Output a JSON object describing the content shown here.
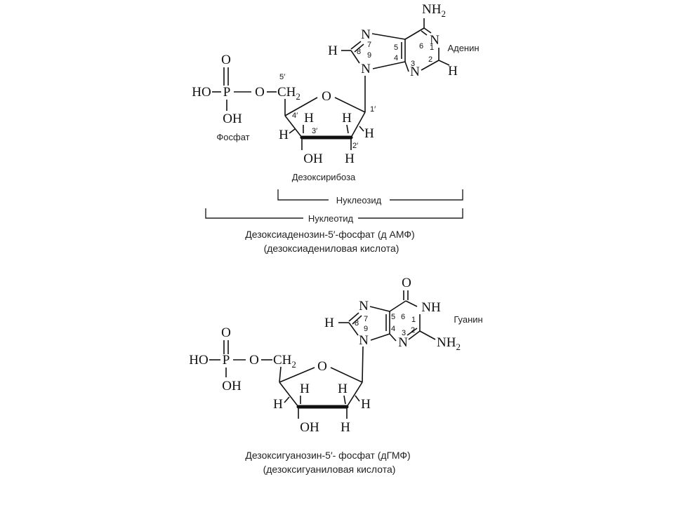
{
  "top": {
    "phosphate": {
      "p": "P",
      "o_top": "O",
      "ho": "HO",
      "oh": "OH",
      "o_link": "O",
      "label": "Фосфат"
    },
    "sugar": {
      "ch2": "CH",
      "ch2_sub": "2",
      "ring_o": "O",
      "oh": "OH",
      "h": "H",
      "label": "Дезоксирибоза",
      "n5": "5′",
      "n4": "4′",
      "n3": "3′",
      "n2": "2′",
      "n1": "1′"
    },
    "base": {
      "nh2": "NH",
      "nh2_sub": "2",
      "n": "N",
      "h": "H",
      "label": "Аденин",
      "n1": "1",
      "n2": "2",
      "n3": "3",
      "n4": "4",
      "n5": "5",
      "n6": "6",
      "n7": "7",
      "n8": "8",
      "n9": "9"
    },
    "nucleoside": "Нуклеозид",
    "nucleotide": "Нуклеотид",
    "caption1": "Дезоксиаденозин-5′-фосфат (д АМФ)",
    "caption2": "(дезоксиадениловая кислота)"
  },
  "bottom": {
    "phosphate": {
      "p": "P",
      "o_top": "O",
      "ho": "HO",
      "oh": "OH",
      "o_link": "O"
    },
    "sugar": {
      "ch2": "CH",
      "ch2_sub": "2",
      "ring_o": "O",
      "oh": "OH",
      "h": "H"
    },
    "base": {
      "o": "O",
      "nh": "NH",
      "nh2": "NH",
      "nh2_sub": "2",
      "n": "N",
      "h": "H",
      "label": "Гуанин",
      "n1": "1",
      "n2": "2",
      "n3": "3",
      "n4": "4",
      "n5": "5",
      "n6": "6",
      "n7": "7",
      "n8": "8",
      "n9": "9"
    },
    "caption1": "Дезоксигуанозин-5′- фосфат (дГМФ)",
    "caption2": "(дезоксигуаниловая кислота)"
  }
}
